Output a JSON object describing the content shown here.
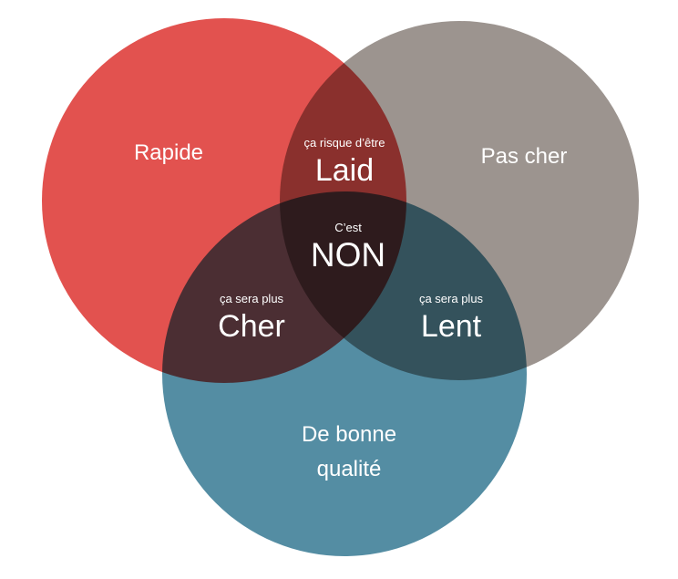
{
  "diagram": {
    "sets": [
      {
        "label": "Rapide",
        "color": "#e2524f"
      },
      {
        "label": "Pas cher",
        "color": "#9c948f"
      },
      {
        "label": "De bonne qualité",
        "line1": "De bonne",
        "line2": "qualité",
        "color": "#548da3"
      }
    ],
    "intersections": {
      "rapide_pascher": {
        "small": "ça risque d’être",
        "big": "Laid"
      },
      "rapide_qualite": {
        "small": "ça sera plus",
        "big": "Cher"
      },
      "pascher_qualite": {
        "small": "ça sera plus",
        "big": "Lent"
      },
      "all": {
        "small": "C’est",
        "big": "NON"
      }
    }
  }
}
